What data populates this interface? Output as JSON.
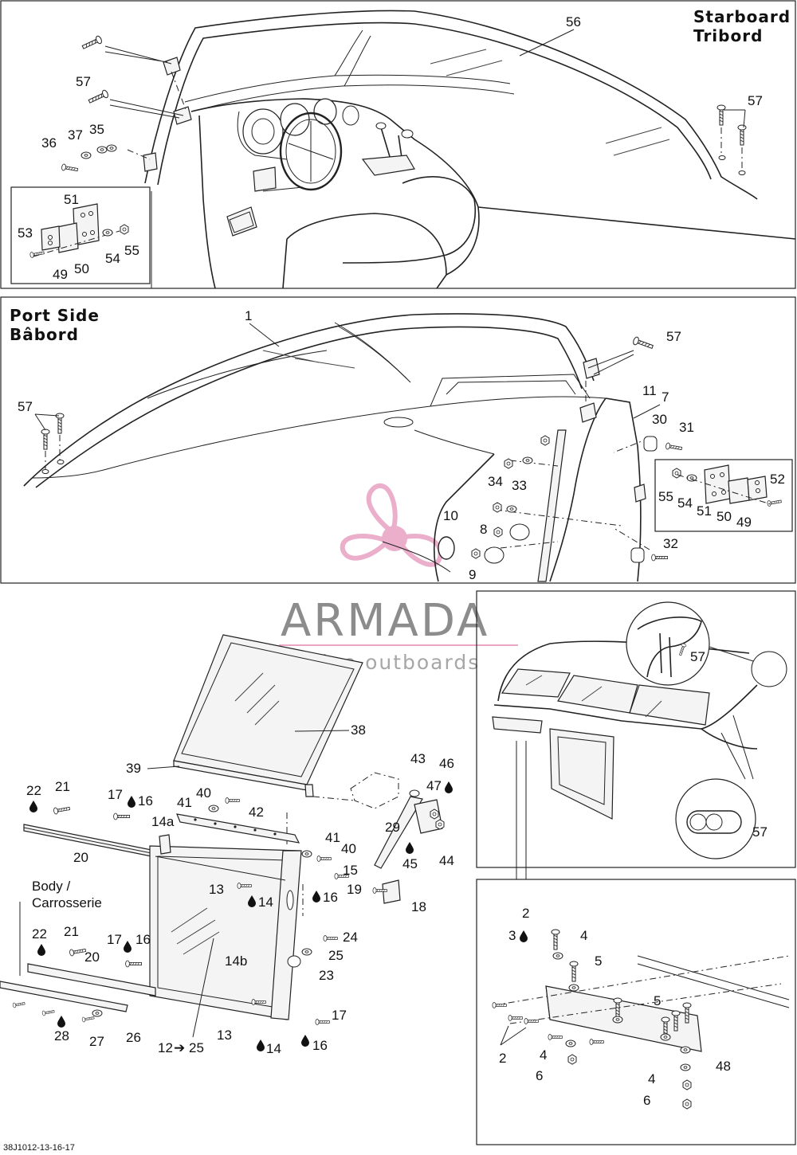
{
  "watermark": {
    "brand": "ARMADA",
    "tagline": "marine outboards",
    "brand_color": "#e9a6c6"
  },
  "sections": {
    "starboard": {
      "title_en": "Starboard",
      "title_fr": "Tribord"
    },
    "port": {
      "title_en": "Port Side",
      "title_fr": "Bâbord"
    },
    "body": {
      "title_en": "Body /",
      "title_fr": "Carrosserie"
    }
  },
  "footer": {
    "drawing_code": "38J1012-13-16-17"
  },
  "callouts": {
    "c1": "1",
    "c2a": "2",
    "c2b": "2",
    "c3": "3",
    "c4a": "4",
    "c4b": "4",
    "c4c": "4",
    "c5a": "5",
    "c5b": "5",
    "c6a": "6",
    "c6b": "6",
    "c7": "7",
    "c8": "8",
    "c9": "9",
    "c10": "10",
    "c11": "11",
    "c12": "12",
    "c12arrow": "➔",
    "c25end": "25",
    "c13a": "13",
    "c13b": "13",
    "c14a": "14",
    "c14b": "14",
    "c14alpha": "14a",
    "c14beta": "14b",
    "c15": "15",
    "c16a": "16",
    "c16b": "16",
    "c16c": "16",
    "c16d": "16",
    "c17a": "17",
    "c17b": "17",
    "c17c": "17",
    "c18": "18",
    "c19": "19",
    "c20a": "20",
    "c20b": "20",
    "c21a": "21",
    "c21b": "21",
    "c22a": "22",
    "c22b": "22",
    "c23": "23",
    "c24": "24",
    "c25": "25",
    "c26": "26",
    "c27": "27",
    "c28": "28",
    "c29": "29",
    "c30": "30",
    "c31": "31",
    "c32": "32",
    "c33": "33",
    "c34": "34",
    "c35": "35",
    "c36": "36",
    "c37": "37",
    "c38": "38",
    "c39": "39",
    "c40a": "40",
    "c40b": "40",
    "c41a": "41",
    "c41b": "41",
    "c42": "42",
    "c43": "43",
    "c44": "44",
    "c45": "45",
    "c46": "46",
    "c47": "47",
    "c48": "48",
    "c49a": "49",
    "c49b": "49",
    "c50a": "50",
    "c50b": "50",
    "c51a": "51",
    "c51b": "51",
    "c52": "52",
    "c53": "53",
    "c54a": "54",
    "c54b": "54",
    "c55a": "55",
    "c55b": "55",
    "c56": "56",
    "c57a": "57",
    "c57b": "57",
    "c57c": "57",
    "c57d": "57",
    "c57e": "57",
    "c57f": "57"
  }
}
